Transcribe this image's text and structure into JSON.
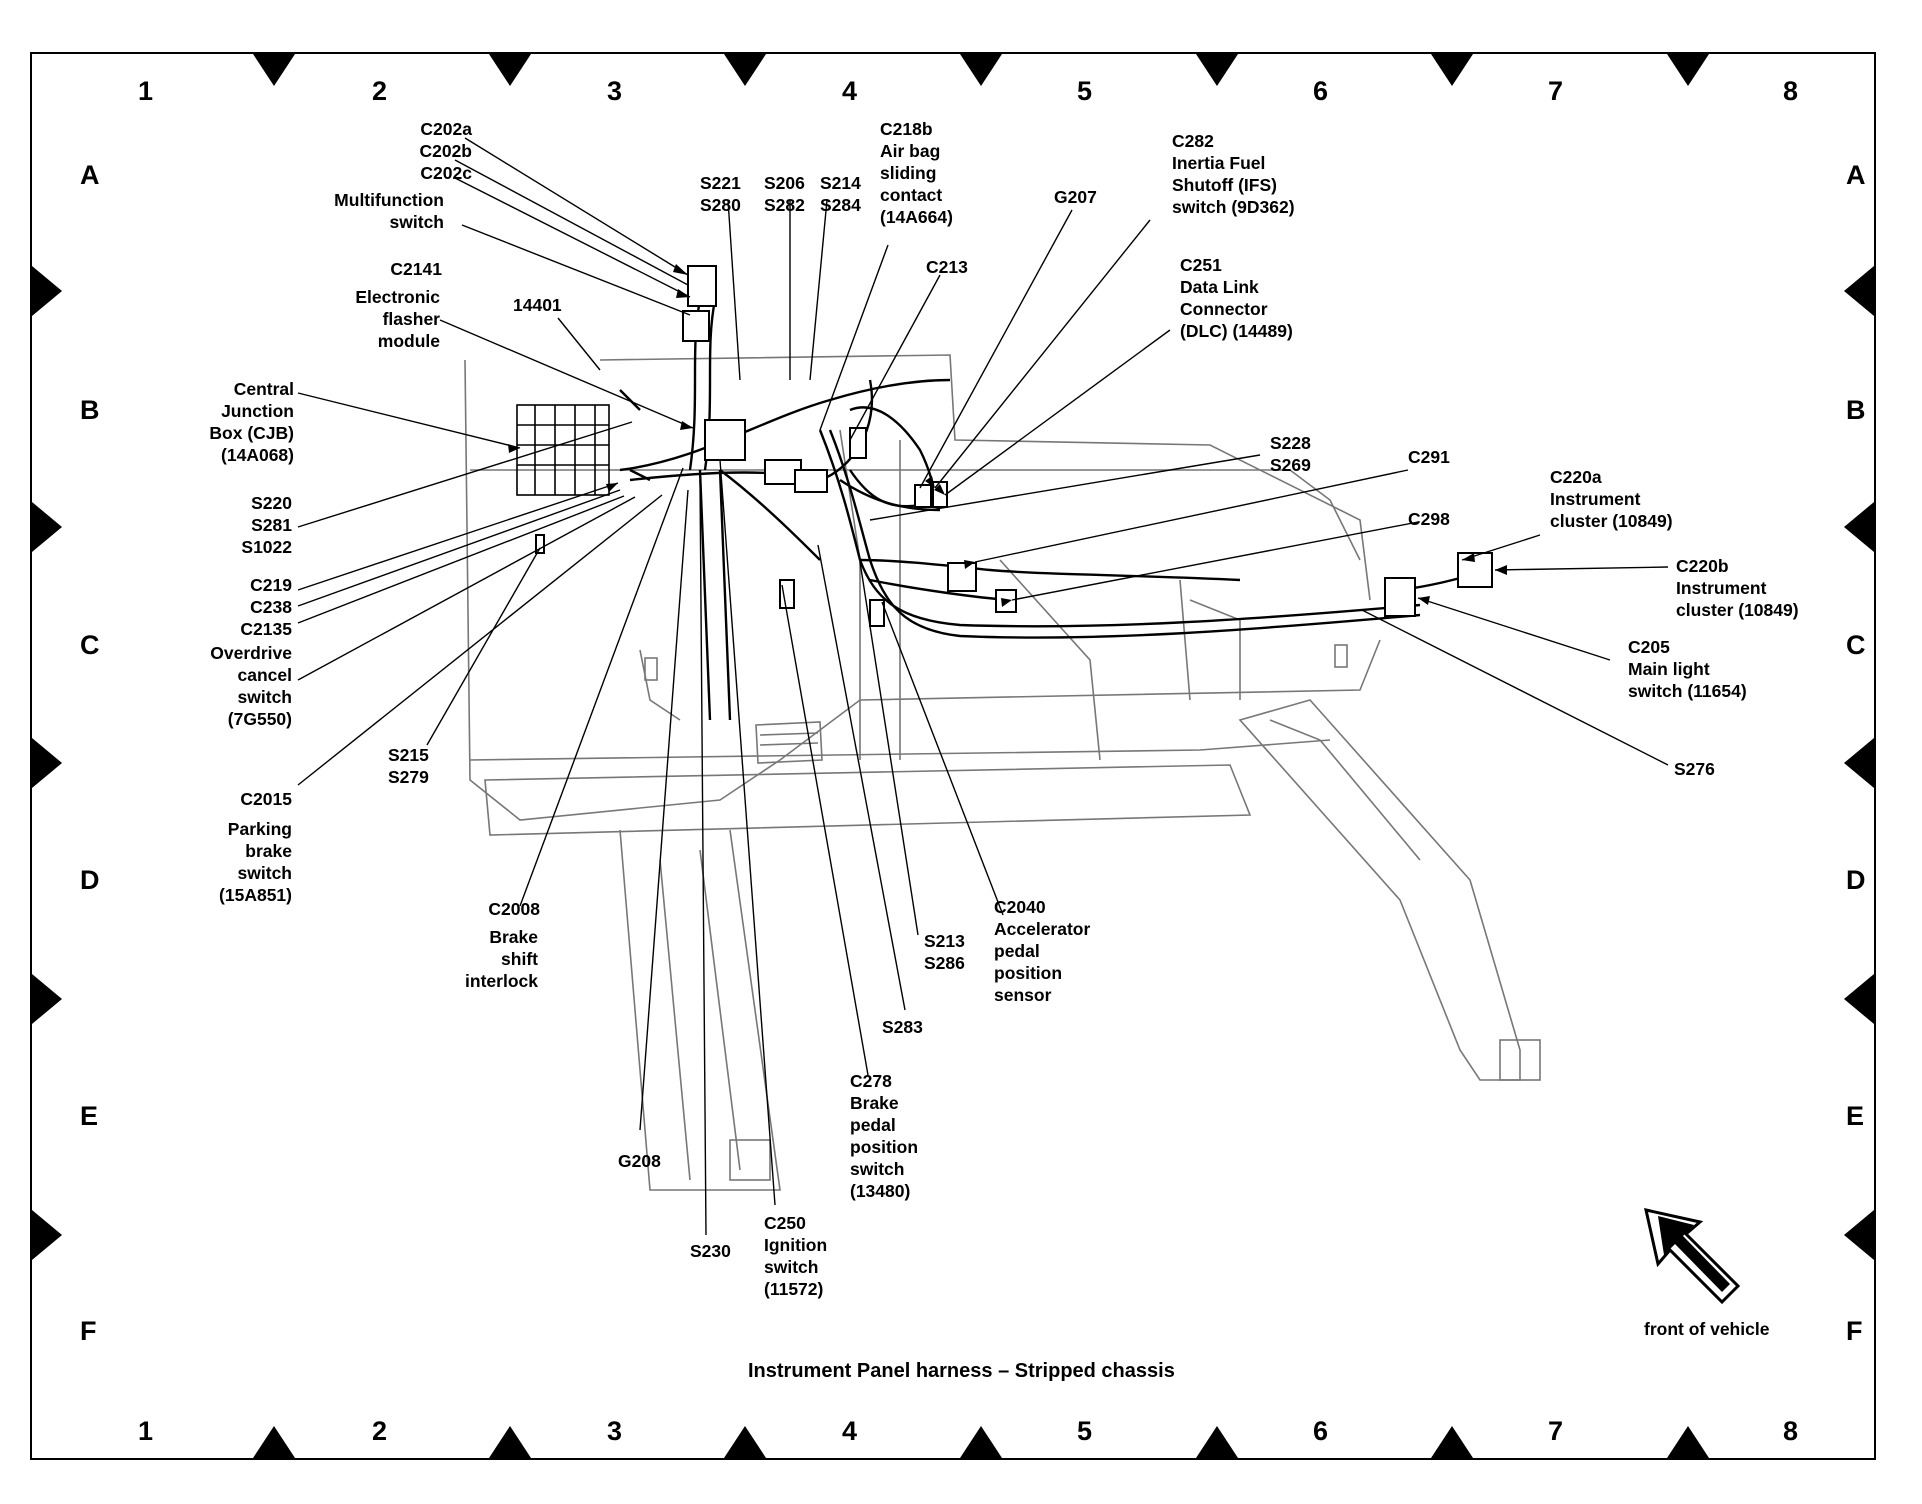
{
  "caption": "Instrument Panel harness – Stripped chassis",
  "front_label": "front of vehicle",
  "grid": {
    "columns": [
      "1",
      "2",
      "3",
      "4",
      "5",
      "6",
      "7",
      "8"
    ],
    "rows": [
      "A",
      "B",
      "C",
      "D",
      "E",
      "F"
    ]
  },
  "labels": [
    {
      "id": "c202",
      "text": "C202a\nC202b\nC202c"
    },
    {
      "id": "multifunction",
      "text": "Multifunction\nswitch"
    },
    {
      "id": "c2141",
      "text": "C2141"
    },
    {
      "id": "flasher",
      "text": "Electronic\nflasher\nmodule"
    },
    {
      "id": "n14401",
      "text": "14401"
    },
    {
      "id": "cjb",
      "text": "Central\nJunction\nBox (CJB)\n(14A068)"
    },
    {
      "id": "s220",
      "text": "S220\nS281\nS1022"
    },
    {
      "id": "c219",
      "text": "C219\nC238\nC2135"
    },
    {
      "id": "overdrive",
      "text": "Overdrive\ncancel\nswitch\n(7G550)"
    },
    {
      "id": "s215",
      "text": "S215\nS279"
    },
    {
      "id": "c2015",
      "text": "C2015"
    },
    {
      "id": "parking",
      "text": "Parking\nbrake\nswitch\n(15A851)"
    },
    {
      "id": "c2008",
      "text": "C2008"
    },
    {
      "id": "brakeshift",
      "text": "Brake\nshift\ninterlock"
    },
    {
      "id": "g208",
      "text": "G208"
    },
    {
      "id": "s230",
      "text": "S230"
    },
    {
      "id": "c250",
      "text": "C250\nIgnition\nswitch\n(11572)"
    },
    {
      "id": "c278",
      "text": "C278\nBrake\npedal\nposition\nswitch\n(13480)"
    },
    {
      "id": "s283",
      "text": "S283"
    },
    {
      "id": "s213",
      "text": "S213\nS286"
    },
    {
      "id": "c2040",
      "text": "C2040\nAccelerator\npedal\nposition\nsensor"
    },
    {
      "id": "s221",
      "text": "S221\nS280"
    },
    {
      "id": "s206",
      "text": "S206\nS282"
    },
    {
      "id": "s214",
      "text": "S214\nS284"
    },
    {
      "id": "c218b",
      "text": "C218b\nAir bag\nsliding\ncontact\n(14A664)"
    },
    {
      "id": "c213",
      "text": "C213"
    },
    {
      "id": "g207",
      "text": "G207"
    },
    {
      "id": "c282",
      "text": "C282\nInertia Fuel\nShutoff (IFS)\nswitch (9D362)"
    },
    {
      "id": "c251",
      "text": "C251\nData Link\nConnector\n(DLC) (14489)"
    },
    {
      "id": "s228",
      "text": "S228\nS269"
    },
    {
      "id": "c291",
      "text": "C291"
    },
    {
      "id": "c298",
      "text": "C298"
    },
    {
      "id": "c220a",
      "text": "C220a\nInstrument\ncluster (10849)"
    },
    {
      "id": "c220b",
      "text": "C220b\nInstrument\ncluster (10849)"
    },
    {
      "id": "c205",
      "text": "C205\nMain light\nswitch (11654)"
    },
    {
      "id": "s276",
      "text": "S276"
    }
  ]
}
